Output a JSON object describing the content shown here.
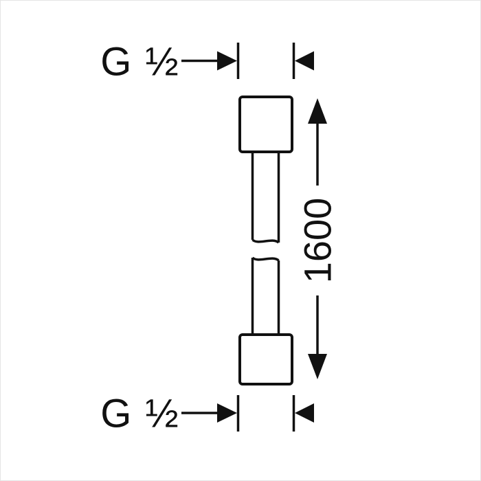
{
  "diagram": {
    "type": "technical-dimension-drawing",
    "subject": "shower-hose",
    "labels": {
      "top_connection": "G ½",
      "bottom_connection": "G ½",
      "length": "1600"
    },
    "colors": {
      "ink": "#111111",
      "background": "#ffffff",
      "border": "#e4e4e4"
    }
  }
}
